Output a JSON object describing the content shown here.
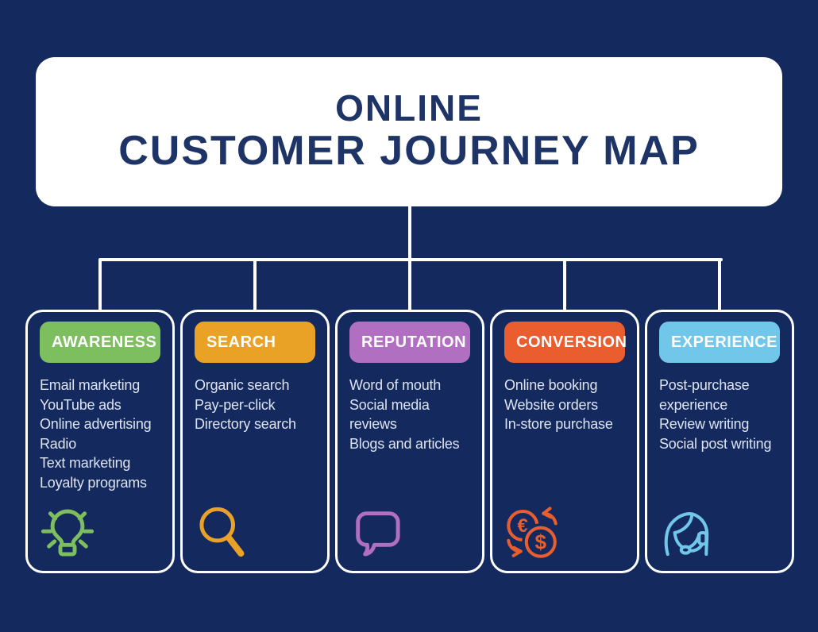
{
  "title": {
    "line1": "ONLINE",
    "line2": "CUSTOMER JOURNEY MAP"
  },
  "colors": {
    "background": "#142A5E",
    "panel": "#FFFFFF",
    "title_text": "#1E3467",
    "list_text": "#DDE3F1",
    "connector": "#FFFFFF"
  },
  "columns": [
    {
      "label": "AWARENESS",
      "accent": "#7DBE5F",
      "icon": "lightbulb-icon",
      "items": [
        "Email marketing",
        "YouTube ads",
        "Online advertising",
        "Radio",
        "Text marketing",
        "Loyalty programs"
      ]
    },
    {
      "label": "SEARCH",
      "accent": "#E9A226",
      "icon": "magnifier-icon",
      "items": [
        "Organic search",
        "Pay-per-click",
        "Directory search"
      ]
    },
    {
      "label": "REPUTATION",
      "accent": "#B06FC1",
      "icon": "speech-bubble-icon",
      "items": [
        "Word of mouth",
        "Social media reviews",
        "Blogs and articles"
      ]
    },
    {
      "label": "CONVERSION",
      "accent": "#E95D2F",
      "icon": "currency-exchange-icon",
      "items": [
        "Online booking",
        "Website orders",
        "In-store purchase"
      ]
    },
    {
      "label": "EXPERIENCE",
      "accent": "#70C7EA",
      "icon": "support-agent-icon",
      "items": [
        "Post-purchase experience",
        "Review writing",
        "Social post writing"
      ]
    }
  ]
}
